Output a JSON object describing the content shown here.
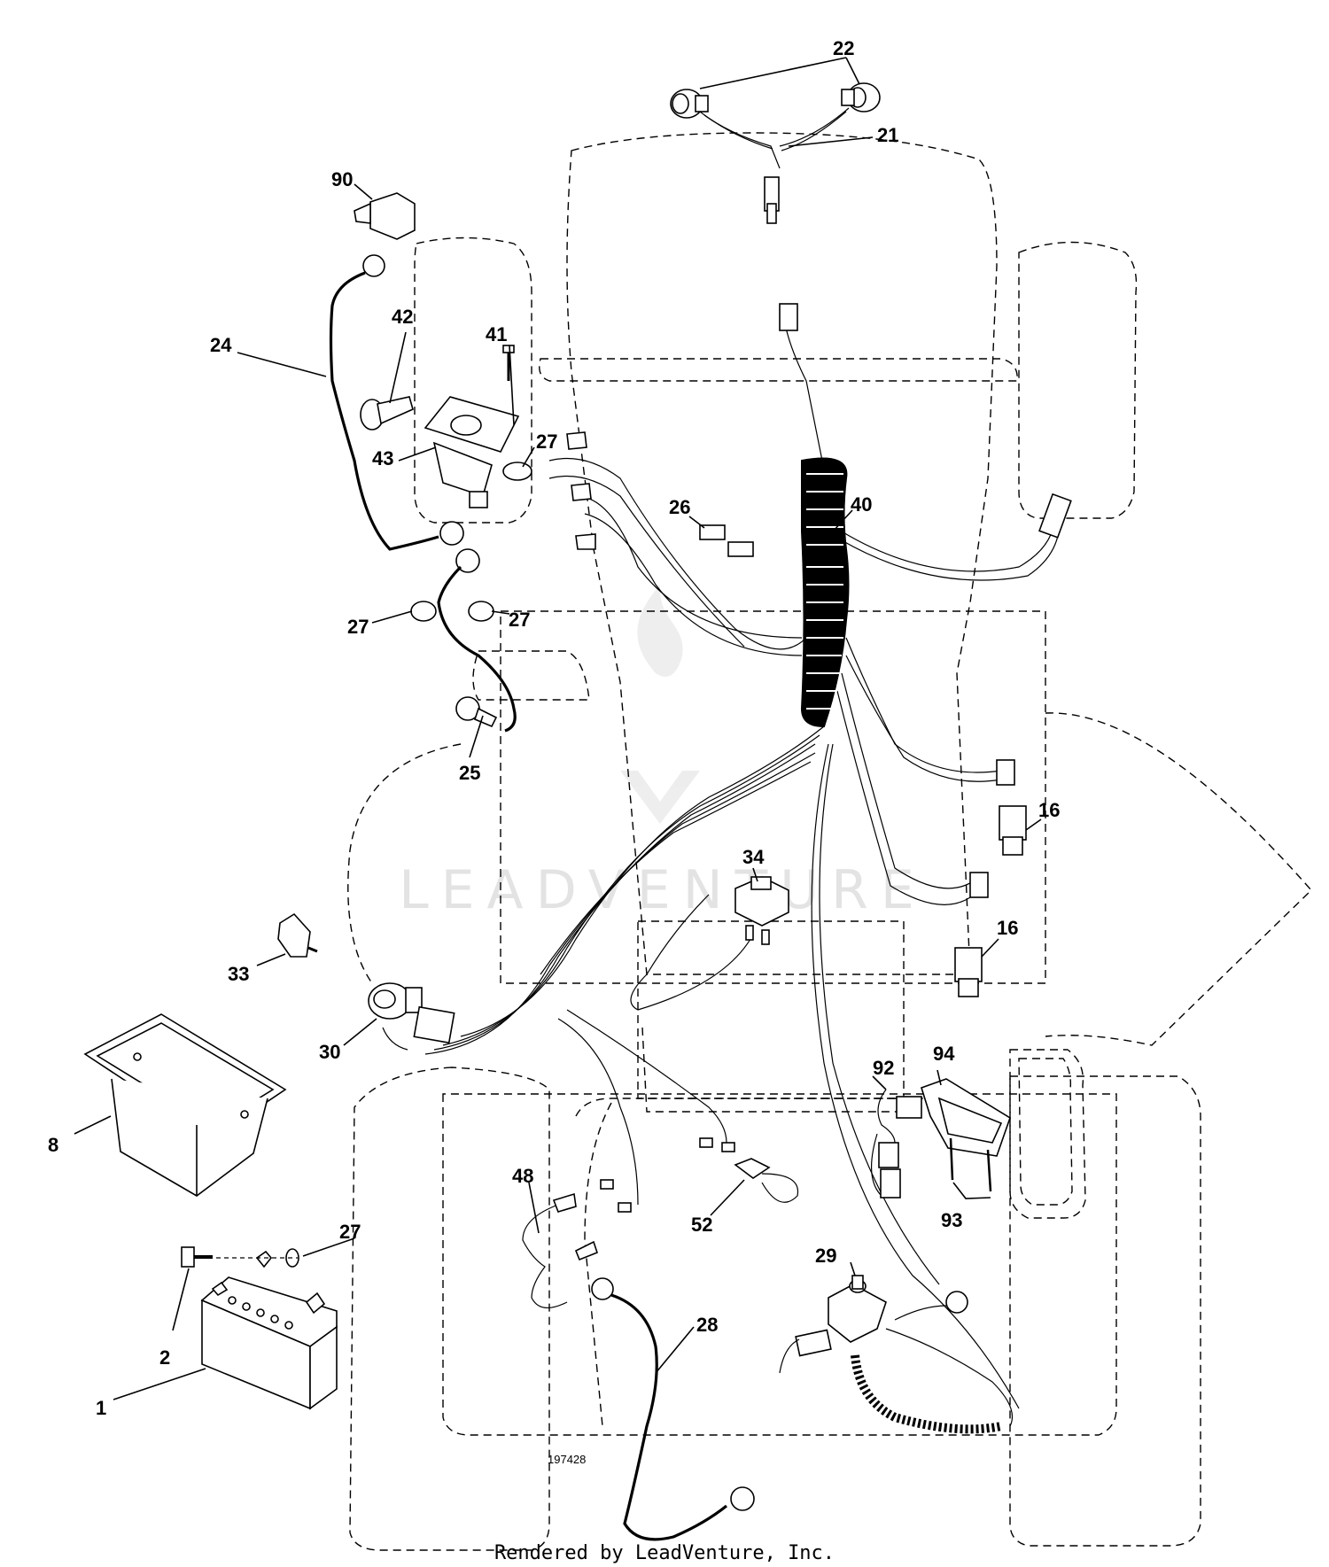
{
  "diagram": {
    "drawing_number": "197428",
    "footer": "Rendered by LeadVenture, Inc.",
    "watermark": "LEADVENTURE",
    "callouts": [
      "22",
      "21",
      "90",
      "42",
      "41",
      "24",
      "43",
      "27",
      "26",
      "40",
      "27",
      "27",
      "25",
      "16",
      "34",
      "16",
      "33",
      "30",
      "8",
      "92",
      "94",
      "48",
      "52",
      "93",
      "27",
      "29",
      "2",
      "28",
      "1"
    ],
    "watermark_logo_icon": "leadventure-flame-logo-icon"
  }
}
